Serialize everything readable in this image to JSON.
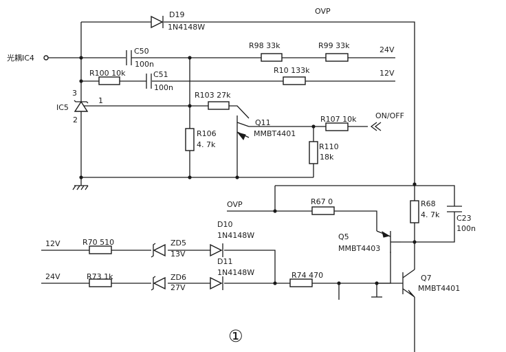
{
  "labels": {
    "d19_ref": "D19",
    "d19_part": "1N4148W",
    "ovp_top": "OVP",
    "optocoupler_in": "光耦IC4",
    "c50_ref": "C50",
    "c50_val": "100n",
    "r98": "R98  33k",
    "r99": "R99  33k",
    "v24_top": "24V",
    "r100": "R100  10k",
    "c51_ref": "C51",
    "c51_val": "100n",
    "r10": "R10  133k",
    "v12_top": "12V",
    "ic5_pin3": "3",
    "ic5_ref": "IC5",
    "ic5_pin2": "2",
    "ic5_pin1": "1",
    "r103": "R103  27k",
    "q11_ref": "Q11",
    "q11_part": "MMBT4401",
    "r107": "R107  10k",
    "on_off": "ON/OFF",
    "r106_ref": "R106",
    "r106_val": "4. 7k",
    "r110_ref": "R110",
    "r110_val": "18k",
    "ovp_mid": "OVP",
    "r67": "R67  0",
    "r68_ref": "R68",
    "r68_val": "4. 7k",
    "c23_ref": "C23",
    "c23_val": "100n",
    "d10_ref": "D10",
    "d10_part": "1N4148W",
    "q5_ref": "Q5",
    "q5_part": "MMBT4403",
    "v12_left": "12V",
    "r70": "R70  510",
    "zd5_ref": "ZD5",
    "zd5_val": "13V",
    "d11_ref": "D11",
    "d11_part": "1N4148W",
    "v24_left": "24V",
    "r73": "R73  1k",
    "zd6_ref": "ZD6",
    "zd6_val": "27V",
    "r74": "R74  470",
    "q7_ref": "Q7",
    "q7_part": "MMBT4401",
    "figure_number": "①"
  }
}
